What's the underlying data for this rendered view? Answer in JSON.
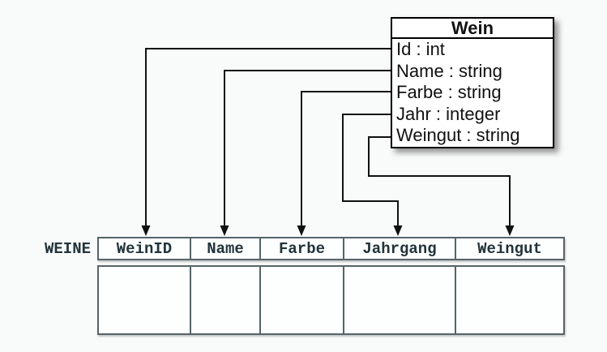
{
  "class_box": {
    "title": "Wein",
    "attributes": [
      "Id : int",
      "Name : string",
      "Farbe : string",
      "Jahr : integer",
      "Weingut : string"
    ]
  },
  "table": {
    "label": "WEINE",
    "columns": [
      "WeinID",
      "Name",
      "Farbe",
      "Jahrgang",
      "Weingut"
    ],
    "empty_body_rows": 1
  },
  "mappings": [
    {
      "attribute": "Id",
      "column": "WeinID"
    },
    {
      "attribute": "Name",
      "column": "Name"
    },
    {
      "attribute": "Farbe",
      "column": "Farbe"
    },
    {
      "attribute": "Jahr",
      "column": "Jahrgang"
    },
    {
      "attribute": "Weingut",
      "column": "Weingut"
    }
  ],
  "colors": {
    "background": "#f9fafa",
    "class_border": "#000000",
    "table_border": "#55646a",
    "table_text": "#22333b",
    "arrow": "#111111"
  }
}
